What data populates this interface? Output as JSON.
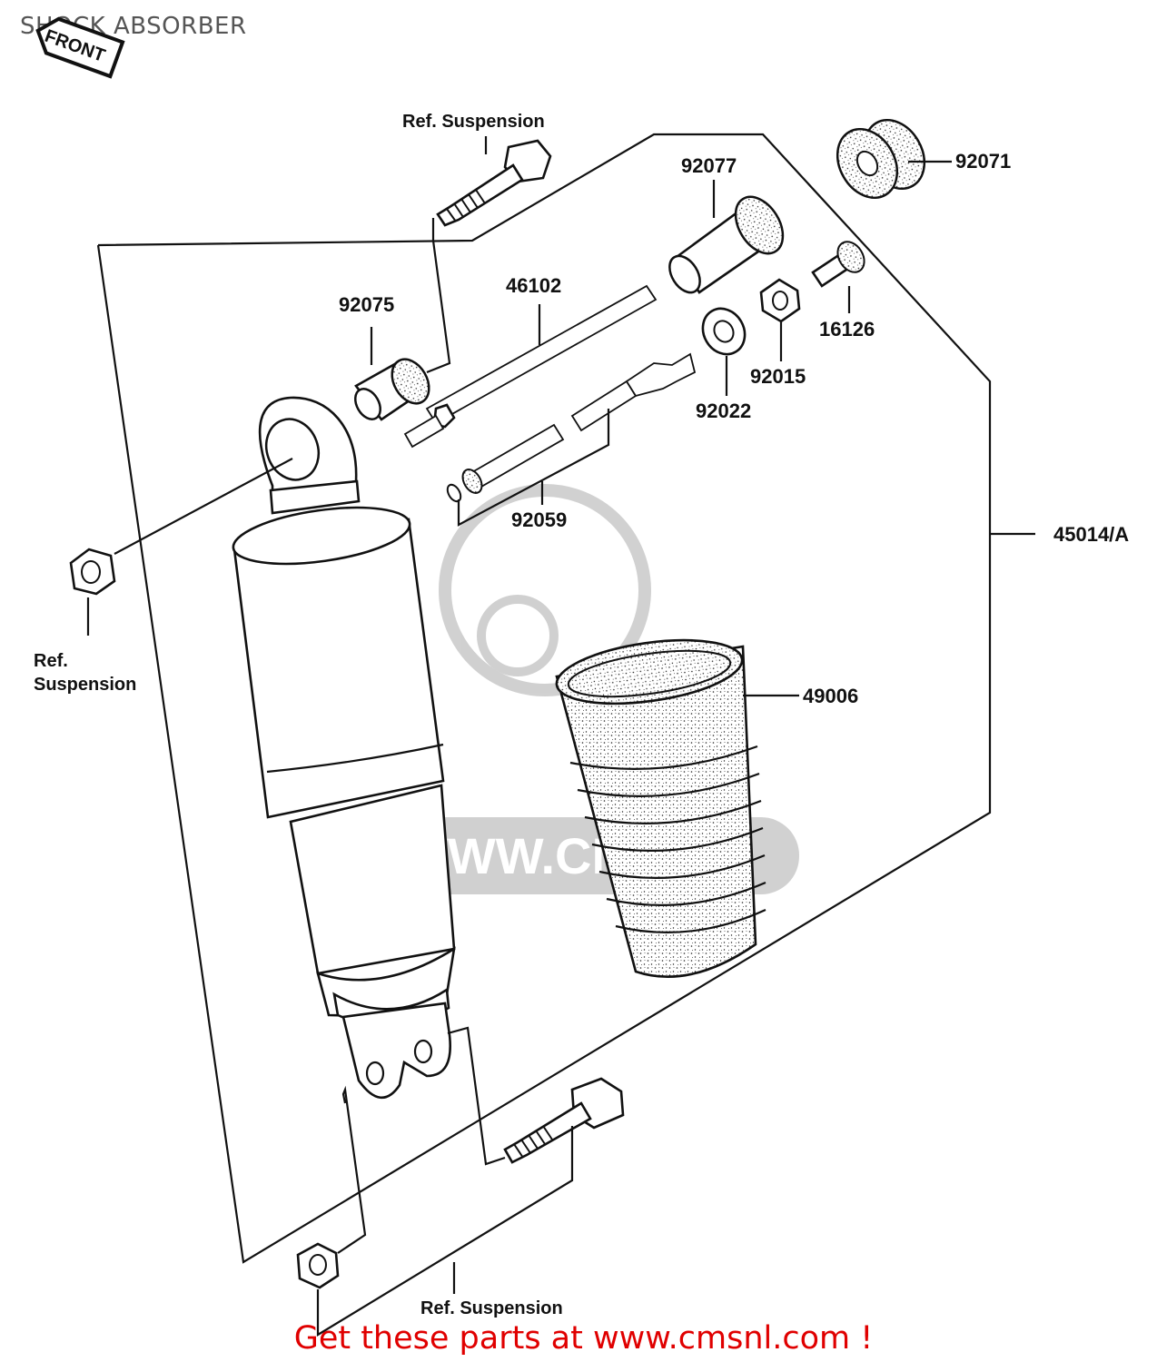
{
  "page": {
    "title": "SHOCK ABSORBER",
    "footer": "Get these parts at www.cmsnl.com !"
  },
  "diagram": {
    "front_badge": "FRONT",
    "refs": {
      "top": "Ref. Suspension",
      "left_line1": "Ref.",
      "left_line2": "Suspension",
      "bottom": "Ref. Suspension"
    },
    "parts": {
      "p92071": "92071",
      "p92077": "92077",
      "p46102": "46102",
      "p92075": "92075",
      "p16126": "16126",
      "p92015": "92015",
      "p92022": "92022",
      "p92059": "92059",
      "p45014": "45014/A",
      "p49006": "49006"
    },
    "watermark_text": "WWW.CM"
  }
}
